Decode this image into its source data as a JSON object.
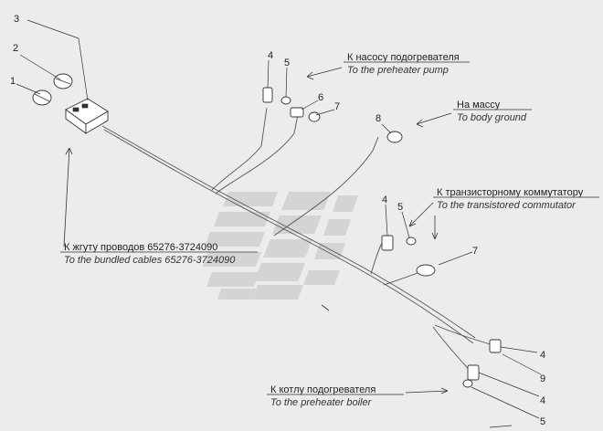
{
  "position_numbers": {
    "n1": "1",
    "n2": "2",
    "n3": "3",
    "n4a": "4",
    "n5a": "5",
    "n6": "6",
    "n7a": "7",
    "n8": "8",
    "n4b": "4",
    "n5b": "5",
    "n7b": "7",
    "n4c": "4",
    "n9": "9",
    "n4d": "4",
    "n5c": "5"
  },
  "captions": {
    "pump": {
      "ru": "К насосу подогревателя",
      "en": "To the preheater pump"
    },
    "ground": {
      "ru": "На массу",
      "en": "To body ground"
    },
    "commutator": {
      "ru": "К транзисторному коммутатору",
      "en": "To the transistored commutator"
    },
    "bundle": {
      "ru": "К жгуту проводов 65276-3724090",
      "en": "To the bundled cables 65276-3724090"
    },
    "boiler": {
      "ru": "К котлу подогревателя",
      "en": "To the preheater boiler"
    }
  },
  "colors": {
    "watermark_light": "#d6d6d6",
    "watermark_dark": "#c9c9c9",
    "line": "#333333",
    "background": "#ececec"
  },
  "icons": {
    "watermark": "maz-logo-watermark"
  }
}
